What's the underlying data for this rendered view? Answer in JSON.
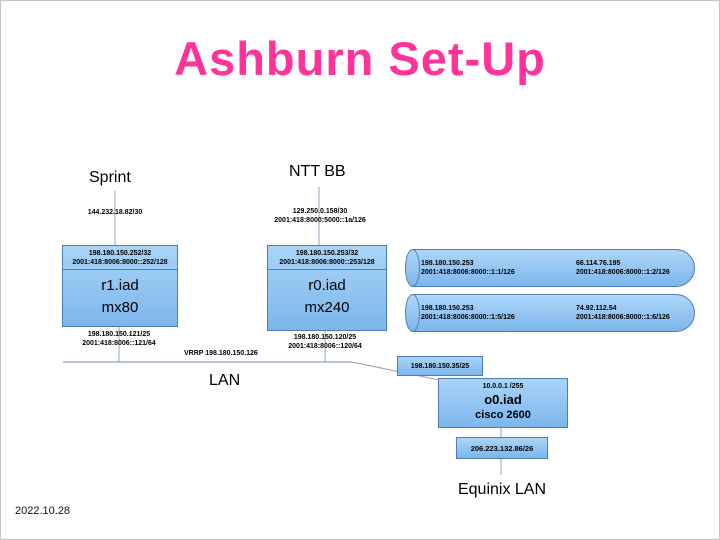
{
  "slide": {
    "title": "Ashburn Set-Up",
    "date": "2022.10.28"
  },
  "colors": {
    "title_pink": "#ff3399",
    "box_fill": "#8cc4f2",
    "box_border": "#4d7db5",
    "line": "#8ca3bd"
  },
  "providers": {
    "sprint": {
      "label": "Sprint",
      "ip": "144.232.18.82/30"
    },
    "ntt": {
      "label": "NTT BB",
      "ip": "129.250.0.158/30",
      "ipv6": "2001:418:8000:5000::1a/126"
    }
  },
  "routers": {
    "r1": {
      "loopback_ip": "198.180.150.252/32",
      "loopback_ipv6": "2001:418:8006:8000::252/128",
      "name": "r1.iad",
      "model": "mx80",
      "lan_ip": "198.180.150.121/25",
      "lan_ipv6": "2001:418:8006::121/64"
    },
    "r0": {
      "loopback_ip": "198.180.150.253/32",
      "loopback_ipv6": "2001:418:8006:8000::253/128",
      "name": "r0.iad",
      "model": "mx240",
      "lan_ip": "198.180.150.120/25",
      "lan_ipv6": "2001:418:8006::120/64"
    }
  },
  "tunnels": [
    {
      "local_ip": "198.180.150.253",
      "local_ipv6": "2001:418:8006:8000::1:1/126",
      "remote_ip": "66.114.76.195",
      "remote_ipv6": "2001:418:8006:8000::1:2/126"
    },
    {
      "local_ip": "198.180.150.253",
      "local_ipv6": "2001:418:8006:8000::1:5/126",
      "remote_ip": "74.92.112.54",
      "remote_ipv6": "2001:418:8006:8000::1:6/126"
    }
  ],
  "lan": {
    "label": "LAN",
    "vrrp": "VRRP 198.180.150.126",
    "uplink_ip": "198.180.150.35/25"
  },
  "equinix": {
    "router": {
      "ip": "10.0.0.1 /255",
      "name": "o0.iad",
      "model": "cisco 2600"
    },
    "subnet": "206.223.132.86/26",
    "label": "Equinix LAN"
  }
}
